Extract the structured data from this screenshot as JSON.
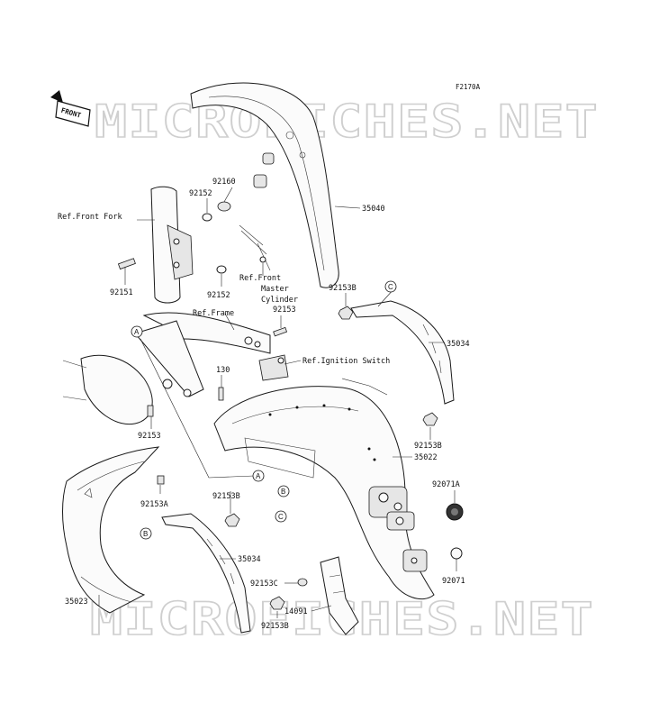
{
  "figure_code": "F2170A",
  "front_badge": "FRONT",
  "watermark": "MICROFICHES.NET",
  "colors": {
    "line": "#1a1a1a",
    "watermark": "#cfcfcf",
    "background": "#ffffff"
  },
  "labels": {
    "p35040": "35040",
    "p92160": "92160",
    "p92152_top": "92152",
    "ref_front_fork": "Ref.Front Fork",
    "p92151": "92151",
    "p92152_mid": "92152",
    "ref_master_1": "Ref.Front",
    "ref_master_2": "Master",
    "ref_master_3": "Cylinder",
    "p92153B_top": "92153B",
    "ref_frame": "Ref.Frame",
    "p92153_top": "92153",
    "p35034_right": "35034",
    "ref_ignition": "Ref.Ignition Switch",
    "p130": "130",
    "p92153_left": "92153",
    "p92153B_mid": "92153B",
    "p35022": "35022",
    "p92071A": "92071A",
    "p92153A": "92153A",
    "p92153B_low": "92153B",
    "p35034_low": "35034",
    "p92071": "92071",
    "p92153C": "92153C",
    "p35023": "35023",
    "p14091": "14091",
    "p92153B_bottom": "92153B"
  },
  "callouts": {
    "A": "A",
    "B": "B",
    "C": "C"
  }
}
